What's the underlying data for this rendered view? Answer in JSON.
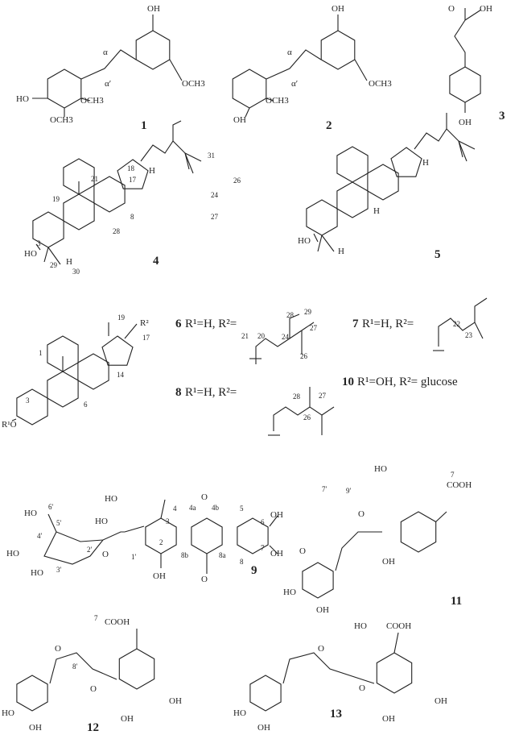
{
  "compounds": {
    "c1": {
      "number": "1",
      "oh": "HO",
      "oh3": "OH",
      "ome2": "OCH3",
      "ome3": "OCH3",
      "ome5": "OCH3",
      "alpha": "α",
      "alpha_p": "α′"
    },
    "c2": {
      "number": "2",
      "oh": "OH",
      "oh3": "OH",
      "ome2": "OCH3",
      "ome5": "OCH3",
      "alpha": "α",
      "alpha_p": "α′"
    },
    "c3": {
      "number": "3",
      "o": "O",
      "oh_top": "OH",
      "oh": "OH"
    },
    "c4": {
      "number": "4",
      "ho": "HO",
      "h17": "H",
      "h5": "H"
    },
    "c5": {
      "number": "5",
      "ho": "HO",
      "h17": "H",
      "h8": "H",
      "h5": "H"
    },
    "c6": {
      "number": "6",
      "formula": "R¹=H, R²=",
      "r1o": "R¹O",
      "r2": "R²"
    },
    "c7": {
      "number": "7",
      "formula": "R¹=H, R²="
    },
    "c8": {
      "number": "8",
      "formula": "R¹=H, R²="
    },
    "c10": {
      "number": "10",
      "formula": "R¹=OH, R²= glucose"
    },
    "c9": {
      "number": "9",
      "oh_list": [
        "HO",
        "OH",
        "OH",
        "OH",
        "HO",
        "HO",
        "HO",
        "HO"
      ],
      "o_ring": "O",
      "o_keto": "O",
      "o_sugar": "O"
    },
    "c11": {
      "number": "11",
      "cooh": "COOH",
      "ho": "HO",
      "oh": "OH",
      "ho4": "HO",
      "oh3": "OH",
      "o": "O",
      "o_ester": "O"
    },
    "c12": {
      "number": "12",
      "cooh": "COOH",
      "ho": "HO",
      "oh": "OH",
      "oh4": "OH",
      "oh3": "OH",
      "o": "O",
      "o_ester": "O"
    },
    "c13": {
      "number": "13",
      "cooh": "COOH",
      "ho1": "HO",
      "ho": "HO",
      "oh": "OH",
      "oh4": "OH",
      "oh3": "OH",
      "o": "O",
      "o_ester": "O"
    }
  },
  "locants": {
    "a": [
      "1",
      "2",
      "3",
      "4",
      "5",
      "6",
      "1′",
      "2′",
      "3′",
      "4′",
      "5′",
      "6′"
    ],
    "steroid": [
      "3",
      "17",
      "18",
      "19",
      "21",
      "24",
      "26",
      "27",
      "28",
      "29",
      "30",
      "31",
      "8",
      "1",
      "6",
      "14",
      "20",
      "22",
      "23"
    ],
    "xanthone": [
      "1′",
      "2′",
      "3′",
      "4′",
      "5′",
      "6′",
      "4a",
      "4b",
      "8a",
      "8b",
      "2",
      "3",
      "4",
      "5",
      "6",
      "7",
      "8"
    ],
    "ester": [
      "7′",
      "8′",
      "9′",
      "7"
    ]
  }
}
